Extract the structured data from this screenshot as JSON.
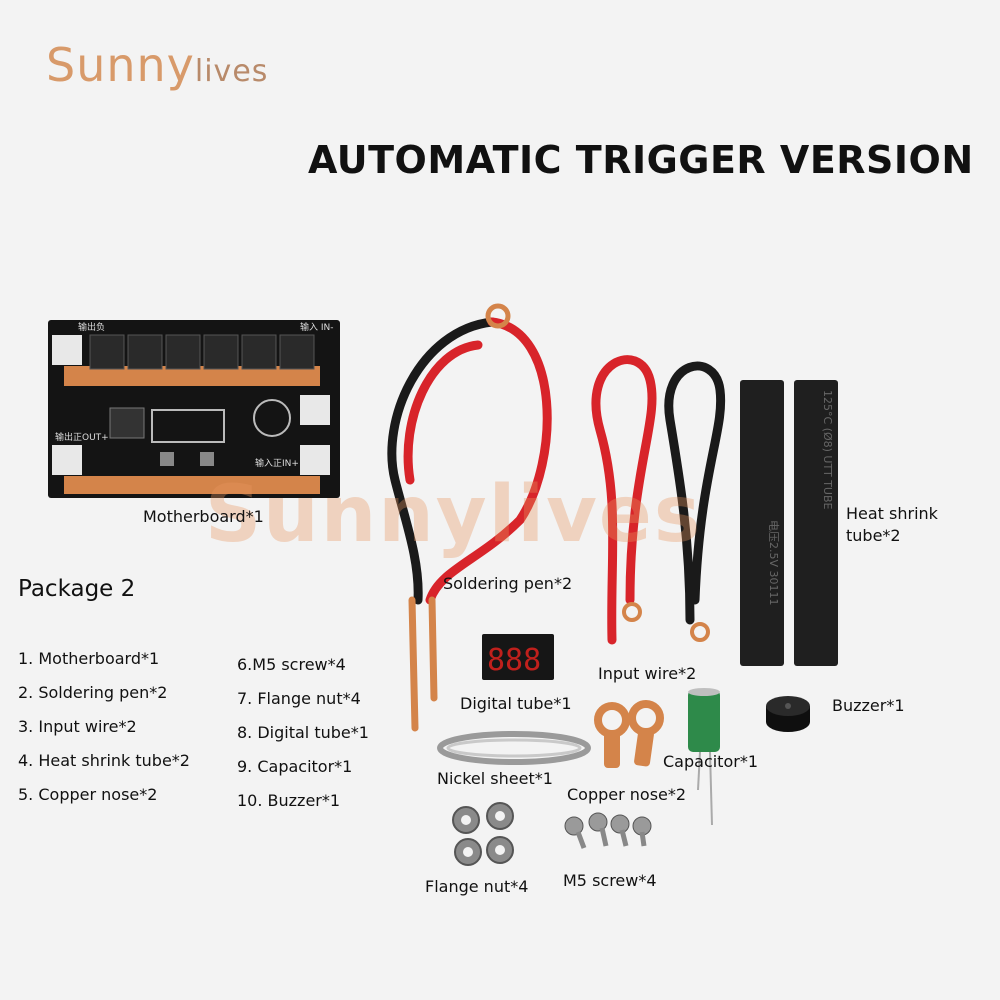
{
  "brand": {
    "name_main": "Sunny",
    "name_tail": "lives"
  },
  "headline": "AUTOMATIC TRIGGER VERSION",
  "watermark": "Sunnylives",
  "board_markings": {
    "out_neg": "输出负",
    "in_neg": "输入\nIN-",
    "out_pos": "输出正OUT+",
    "in_pos": "输入正IN+"
  },
  "shrink_tube_prints": {
    "left": "电压2.5V  30111",
    "right": "125°C (Ø8)  UTT TUBE"
  },
  "item_labels": {
    "motherboard": "Motherboard*1",
    "soldering_pen": "Soldering pen*2",
    "input_wire": "Input wire*2",
    "heat_shrink_line1": "Heat shrink",
    "heat_shrink_line2": "tube*2",
    "digital_tube": "Digital tube*1",
    "buzzer": "Buzzer*1",
    "capacitor": "Capacitor*1",
    "nickel_sheet": "Nickel sheet*1",
    "copper_nose": "Copper nose*2",
    "flange_nut": "Flange nut*4",
    "m5_screw": "M5 screw*4"
  },
  "package": {
    "title": "Package 2",
    "column1": [
      "1. Motherboard*1",
      "2. Soldering pen*2",
      "3. Input wire*2",
      "4. Heat shrink tube*2",
      "5. Copper nose*2"
    ],
    "column2": [
      "6.M5 screw*4",
      "7. Flange nut*4",
      "8. Digital tube*1",
      "9. Capacitor*1",
      "10. Buzzer*1"
    ]
  },
  "digital_display": "888",
  "colors": {
    "background": "#f3f3f3",
    "brand": "#d89a6a",
    "board": "#111111",
    "copper": "#d4844a",
    "wire_red": "#d8242a",
    "wire_black": "#1a1a1a",
    "capacitor": "#2e8a4a",
    "display_segment": "#c0201c"
  }
}
